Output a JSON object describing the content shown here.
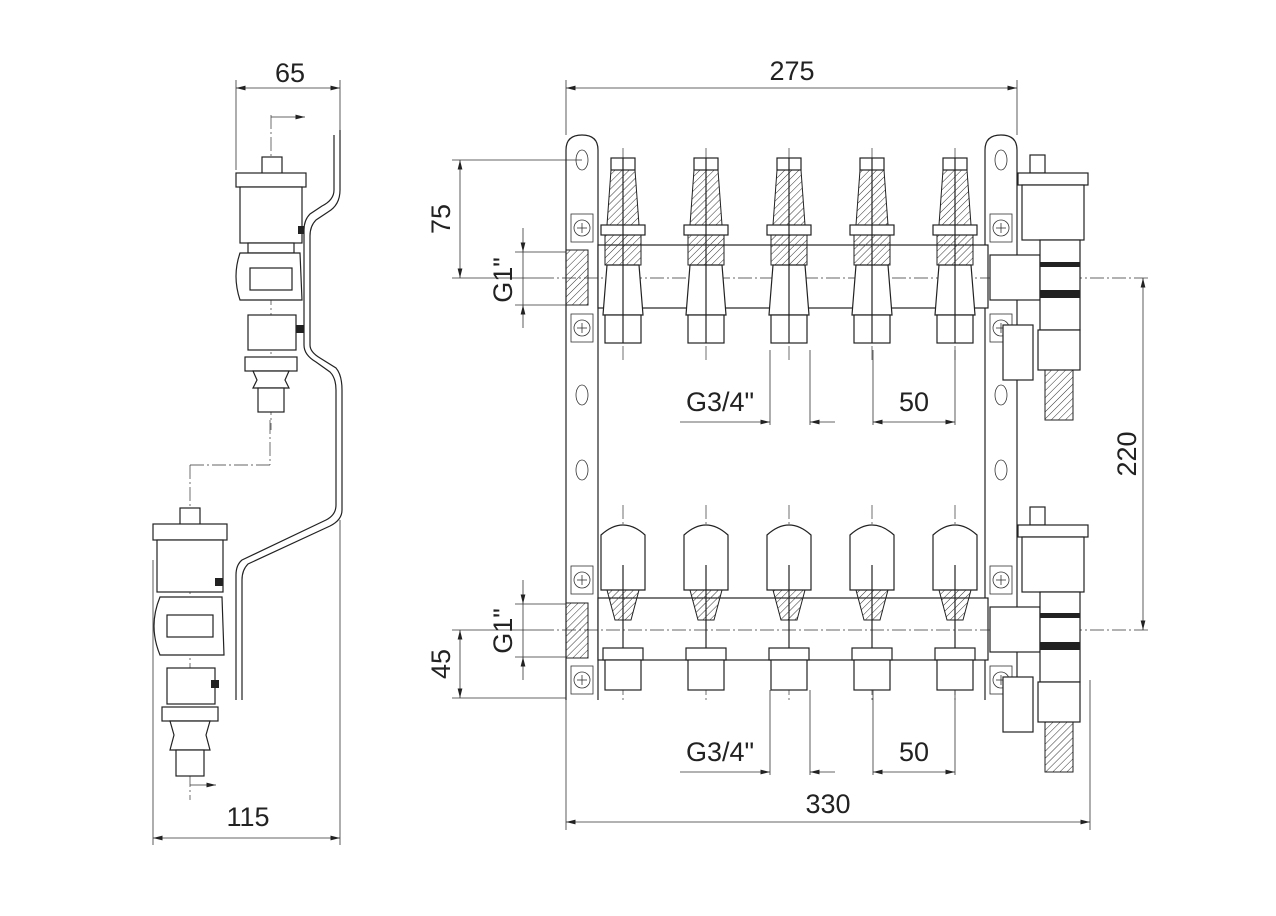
{
  "side_view": {
    "width_top": "65",
    "width_bottom": "115"
  },
  "front_view": {
    "width_bracket": "275",
    "width_overall": "330",
    "height_top_offset": "75",
    "height_bottom_offset": "45",
    "height_between_manifolds": "220",
    "top_inlet_thread": "G1\"",
    "bottom_inlet_thread": "G1\"",
    "top_outlet_thread": "G3/4\"",
    "bottom_outlet_thread": "G3/4\"",
    "top_outlet_spacing": "50",
    "bottom_outlet_spacing": "50",
    "outlet_count": 5
  },
  "colors": {
    "line": "#222222",
    "background": "#ffffff"
  }
}
